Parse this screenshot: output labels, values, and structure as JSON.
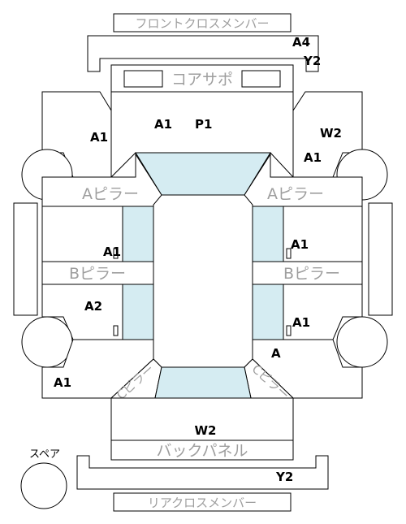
{
  "labels": {
    "front_cross_member": "フロントクロスメンバー",
    "core_support": "コアサポ",
    "a_pillar": "Aピラー",
    "b_pillar": "Bピラー",
    "c_pillar": "Cピラー",
    "back_panel": "バックパネル",
    "rear_cross_member": "リアクロスメンバー",
    "spare": "スペア"
  },
  "codes": {
    "a4": "A4",
    "y2_front": "Y2",
    "a1_fender_left": "A1",
    "a1_hood": "A1",
    "p1_hood": "P1",
    "w2_fender_right": "W2",
    "a1_fender_right": "A1",
    "a1_front_door_left": "A1",
    "a1_front_door_right": "A1",
    "a2_rear_door_left": "A2",
    "a1_rear_door_right": "A1",
    "a_quarter_right": "A",
    "a1_quarter_left": "A1",
    "w2_trunk": "W2",
    "y2_rear": "Y2"
  }
}
